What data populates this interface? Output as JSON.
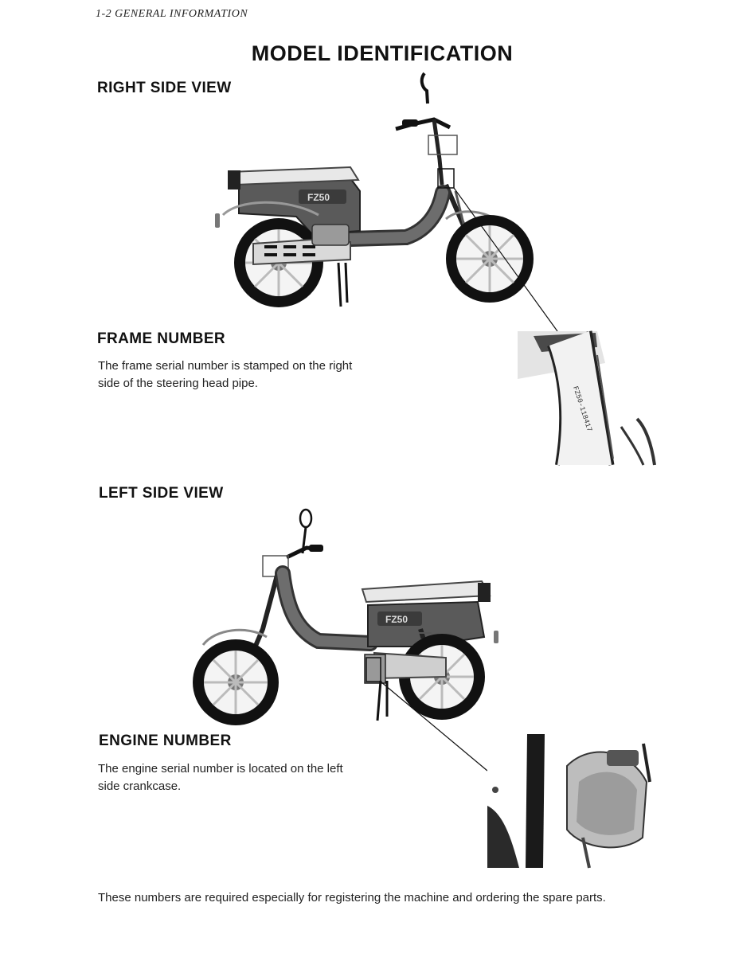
{
  "header": {
    "running_head": "1-2   GENERAL INFORMATION"
  },
  "title": "MODEL IDENTIFICATION",
  "sections": {
    "right_side_view": {
      "heading": "RIGHT SIDE VIEW",
      "decal_text": "FZ50"
    },
    "frame_number": {
      "heading": "FRAME NUMBER",
      "text_line1": "The frame serial number is stamped on the right",
      "text_line2": "side of the steering head pipe.",
      "stamp_text": "FZ50-118417"
    },
    "left_side_view": {
      "heading": "LEFT SIDE VIEW",
      "decal_text": "FZ50"
    },
    "engine_number": {
      "heading": "ENGINE NUMBER",
      "text_line1": "The engine serial number is located on the left",
      "text_line2": "side crankcase."
    }
  },
  "footer_note": "These numbers are required especially for registering the machine and ordering the spare parts."
}
